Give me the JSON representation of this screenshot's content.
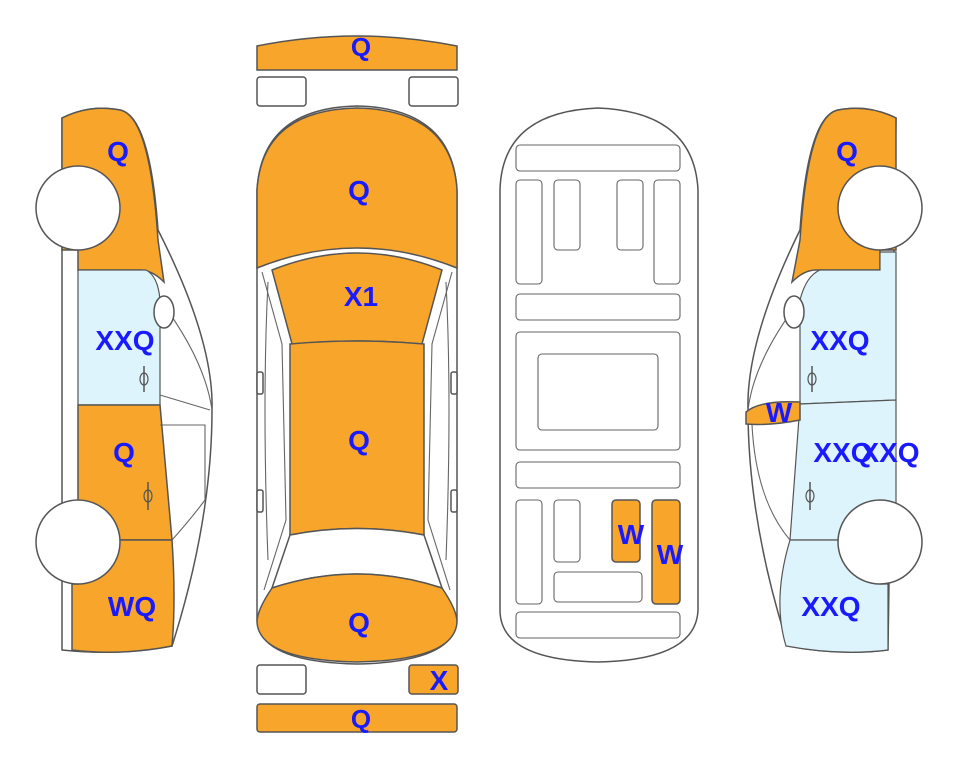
{
  "colors": {
    "damage_highlight": "#f8a62b",
    "glass": "#ddf4fc",
    "label": "#1a1aff",
    "outline": "#555555"
  },
  "views": [
    "left-side",
    "top",
    "underbody",
    "right-side"
  ],
  "labels": {
    "front_bumper": "Q",
    "hood": "Q",
    "windshield": "X1",
    "roof": "Q",
    "trunk": "Q",
    "rear_bumper_right": "X",
    "rear_bumper": "Q",
    "left_front_fender": "Q",
    "left_front_door": "XXQ",
    "left_rear_door": "Q",
    "left_rear_quarter": "WQ",
    "right_front_fender": "Q",
    "right_front_door": "XXQ",
    "right_mirror": "W",
    "right_rear_door_a": "XXQ",
    "right_rear_door_b": "XXQ",
    "right_rear_quarter": "XXQ",
    "underbody_rear_a": "W",
    "underbody_rear_b": "W"
  }
}
